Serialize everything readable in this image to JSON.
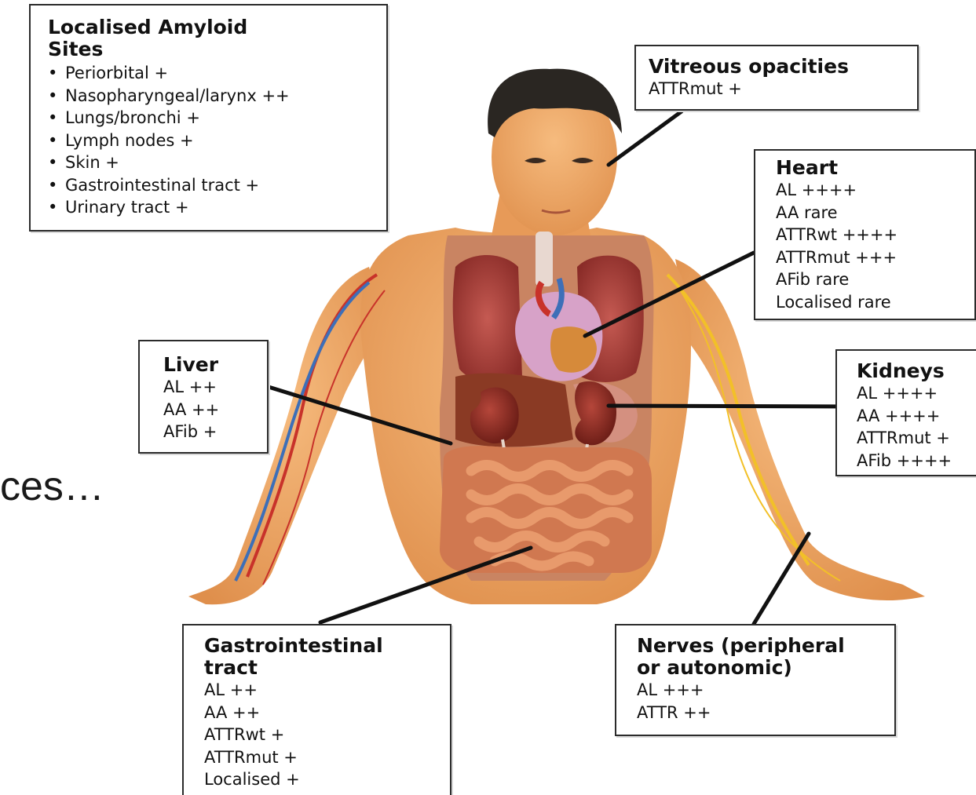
{
  "slide_fragment": "ces…",
  "boxes": {
    "localised": {
      "title_1": "Localised Amyloid",
      "title_2": "Sites",
      "items": [
        "Periorbital +",
        "Nasopharyngeal/larynx ++",
        "Lungs/bronchi +",
        "Lymph nodes +",
        "Skin +",
        "Gastrointestinal tract +",
        "Urinary tract +"
      ]
    },
    "vitreous": {
      "title": "Vitreous opacities",
      "items": [
        "ATTRmut +"
      ]
    },
    "heart": {
      "title": "Heart",
      "items": [
        "AL ++++",
        "AA rare",
        "ATTRwt ++++",
        "ATTRmut +++",
        "AFib rare",
        "Localised rare"
      ]
    },
    "liver": {
      "title": "Liver",
      "items": [
        "AL ++",
        "AA ++",
        "AFib +"
      ]
    },
    "kidneys": {
      "title": "Kidneys",
      "items": [
        "AL ++++",
        "AA ++++",
        "ATTRmut +",
        "AFib ++++"
      ]
    },
    "gi": {
      "title_1": "Gastrointestinal",
      "title_2": "tract",
      "items": [
        "AL ++",
        "AA ++",
        "ATTRwt +",
        "ATTRmut +",
        "Localised +"
      ]
    },
    "nerves": {
      "title_1": "Nerves (peripheral",
      "title_2": "or autonomic)",
      "items": [
        "AL +++",
        "ATTR ++"
      ]
    }
  },
  "colors": {
    "skin": "#f0a868",
    "skin_shadow": "#d98a4a",
    "hair": "#2a2622",
    "lung": "#a8403c",
    "kidney": "#8e2a22",
    "intestine": "#e0855a",
    "artery": "#c8322a",
    "vein": "#3d6fb8",
    "nerve": "#f2c028",
    "leader_line": "#111111",
    "box_border": "#2b2b2b"
  }
}
